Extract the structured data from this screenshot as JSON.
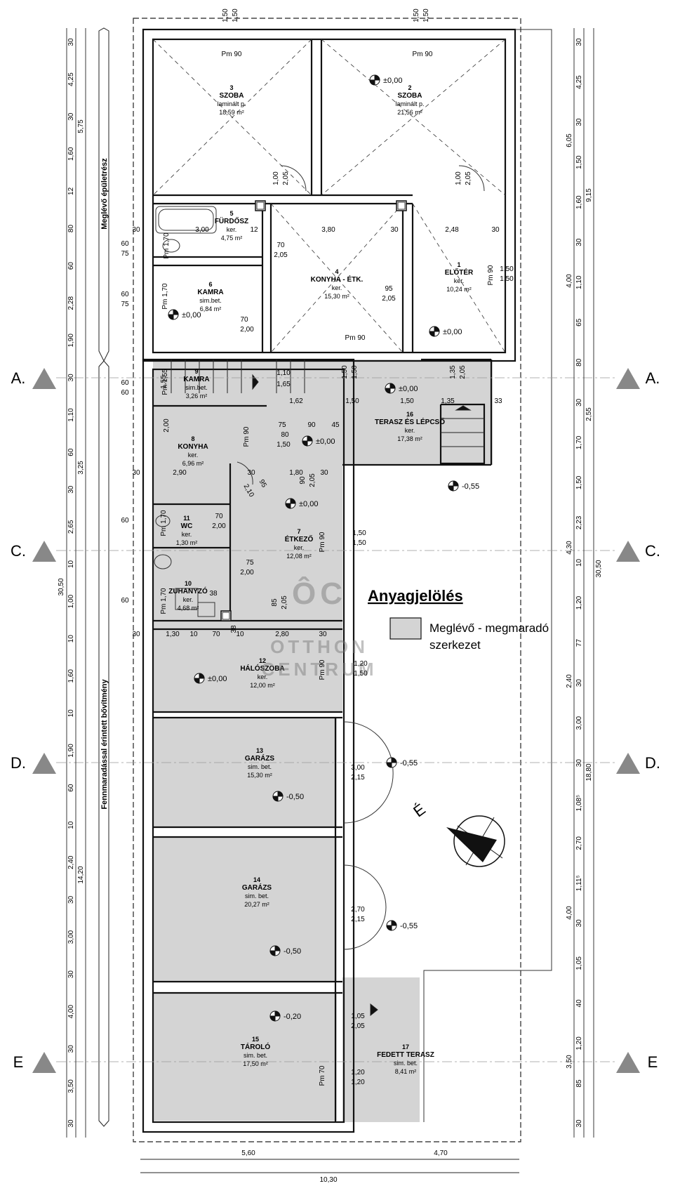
{
  "rooms": [
    {
      "num": "3",
      "name": "SZOBA",
      "floor": "laminált p.",
      "area": "18,59 m²"
    },
    {
      "num": "2",
      "name": "SZOBA",
      "floor": "laminált p.",
      "area": "21,56 m²"
    },
    {
      "num": "5",
      "name": "FÜRDŐSZ",
      "floor": "ker.",
      "area": "4,75 m²"
    },
    {
      "num": "4",
      "name": "KONYHA - ÉTK.",
      "floor": "ker.",
      "area": "15,30 m²"
    },
    {
      "num": "1",
      "name": "ELŐTÉR",
      "floor": "ker.",
      "area": "10,24 m²"
    },
    {
      "num": "6",
      "name": "KAMRA",
      "floor": "sim.bet.",
      "area": "6,84 m²"
    },
    {
      "num": "9",
      "name": "KAMRA",
      "floor": "sim.bet.",
      "area": "3,26 m²"
    },
    {
      "num": "16",
      "name": "TERASZ ÉS LÉPCSŐ",
      "floor": "ker.",
      "area": "17,38 m²"
    },
    {
      "num": "8",
      "name": "KONYHA",
      "floor": "ker.",
      "area": "6,96 m²"
    },
    {
      "num": "11",
      "name": "WC",
      "floor": "ker.",
      "area": "1,30 m²"
    },
    {
      "num": "7",
      "name": "ÉTKEZŐ",
      "floor": "ker.",
      "area": "12,08 m²"
    },
    {
      "num": "10",
      "name": "ZUHANYZÓ",
      "floor": "ker.",
      "area": "4,68 m²"
    },
    {
      "num": "12",
      "name": "HÁLÓSZOBA",
      "floor": "ker.",
      "area": "12,00 m²"
    },
    {
      "num": "13",
      "name": "GARÁZS",
      "floor": "sim. bet.",
      "area": "15,30 m²"
    },
    {
      "num": "14",
      "name": "GARÁZS",
      "floor": "sim. bet.",
      "area": "20,27 m²"
    },
    {
      "num": "15",
      "name": "TÁROLÓ",
      "floor": "sim. bet.",
      "area": "17,50 m²"
    },
    {
      "num": "17",
      "name": "FEDETT TERASZ",
      "floor": "sim. bet.",
      "area": "8,41 m²"
    }
  ],
  "levels": [
    "±0,00",
    "±0,00",
    "±0,00",
    "±0,00",
    "±0,00",
    "±0,00",
    "±0,00",
    "-0,55",
    "-0,55",
    "-0,55",
    "-0,50",
    "-0,50",
    "-0,20"
  ],
  "axes": {
    "A": "A.",
    "C": "C.",
    "D": "D.",
    "E": "E"
  },
  "side_labels": {
    "existing": "Meglévő épületrész",
    "extension": "Fennmaradással érintett bővítmény"
  },
  "legend": {
    "title": "Anyagjelölés",
    "item": "Meglévő - megmaradó",
    "item2": "szerkezet"
  },
  "north": "É",
  "watermark": {
    "logo": "ÔC",
    "line1": "OTTHON",
    "line2": "CENTRUM"
  },
  "dims": {
    "top": [
      "1,50",
      "1,50",
      "1,50",
      "1,50"
    ],
    "bottom": [
      "5,60",
      "4,70",
      "10,30"
    ],
    "left_outer": [
      "30",
      "4,25",
      "30",
      "1,60",
      "12",
      "80",
      "60",
      "2,28",
      "1,90",
      "30",
      "1,10",
      "60",
      "30",
      "2,65",
      "10",
      "1,00",
      "10",
      "1,60",
      "10",
      "1,90",
      "60",
      "10",
      "2,40",
      "30",
      "3,00",
      "30",
      "4,00",
      "30",
      "3,50",
      "30"
    ],
    "left_groups": [
      "5,75",
      "3,25",
      "30,50",
      "14,20"
    ],
    "right_outer": [
      "30",
      "4,25",
      "30",
      "1,50",
      "1,60",
      "30",
      "1,10",
      "65",
      "80",
      "30",
      "1,70",
      "1,50",
      "2,23",
      "10",
      "1,20",
      "77",
      "30",
      "3,00",
      "30",
      "1,08⁵",
      "2,70",
      "1,11⁵",
      "30",
      "1,05",
      "40",
      "1,20",
      "85",
      "30"
    ],
    "right_groups": [
      "6,05",
      "9,15",
      "4,00",
      "2,55",
      "4,30",
      "2,40",
      "18,80",
      "4,00",
      "3,50",
      "30,50"
    ],
    "inner": [
      "30",
      "3,00",
      "12",
      "3,80",
      "30",
      "2,48",
      "30",
      "1,62",
      "1,50",
      "1,50",
      "1,35",
      "33",
      "30",
      "2,90",
      "30",
      "1,80",
      "30",
      "30",
      "1,30",
      "10",
      "70",
      "10",
      "2,80",
      "30",
      "75",
      "90",
      "45",
      "80",
      "1,50",
      "60",
      "75",
      "60",
      "75",
      "60",
      "60",
      "60",
      "60"
    ],
    "doors": [
      "1,00",
      "2,05",
      "1,00",
      "2,05",
      "70",
      "2,05",
      "95",
      "2,05",
      "1,50",
      "1,50",
      "70",
      "2,00",
      "1,10",
      "1,65",
      "1,50",
      "1,50",
      "1,35",
      "2,05",
      "90",
      "2,05",
      "1,50",
      "1,50",
      "70",
      "2,00",
      "75",
      "2,00",
      "85",
      "2,05",
      "1,20",
      "1,50",
      "3,00",
      "2,15",
      "2,70",
      "2,15",
      "1,05",
      "2,05",
      "1,20",
      "1,20",
      "2,10",
      "95",
      "1,55",
      "2,00",
      "38",
      "38"
    ],
    "misc": [
      "Pm 90",
      "Pm 90",
      "Pm 90",
      "Pm 90",
      "Pm 1,70",
      "Pm 1,70",
      "Pm 1,55",
      "Pm 90",
      "Pm 1,70",
      "Pm 1,70",
      "Pm 90",
      "Pm 90",
      "Pm 70"
    ]
  }
}
